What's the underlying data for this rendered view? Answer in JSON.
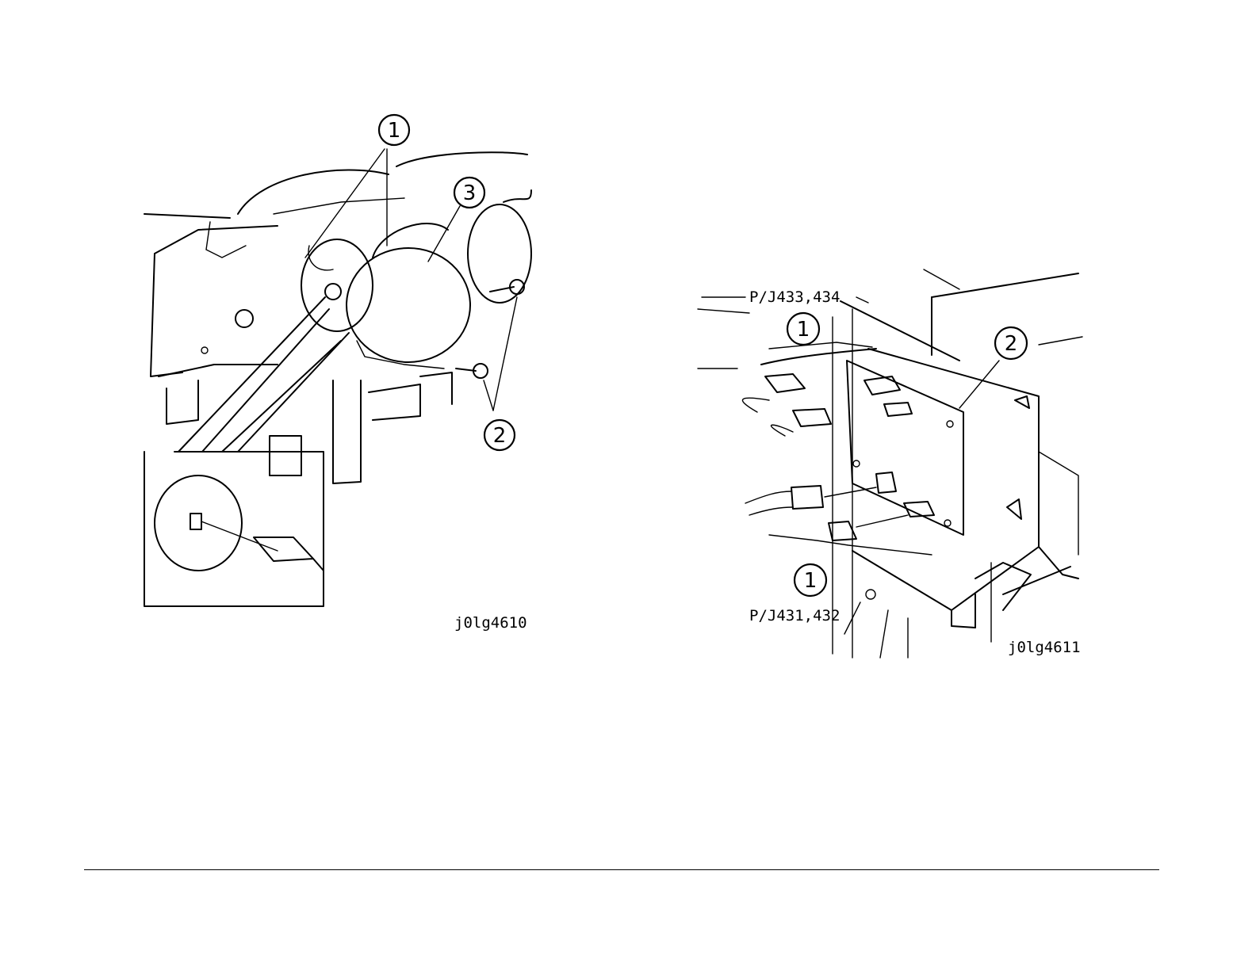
{
  "figures": [
    {
      "figure_id": "j0lg4610",
      "callouts": [
        "1",
        "2",
        "3"
      ]
    },
    {
      "figure_id": "j0lg4611",
      "callouts": [
        "1",
        "2",
        "1"
      ],
      "labels": [
        "P/J433,434",
        "P/J431,432"
      ]
    }
  ]
}
